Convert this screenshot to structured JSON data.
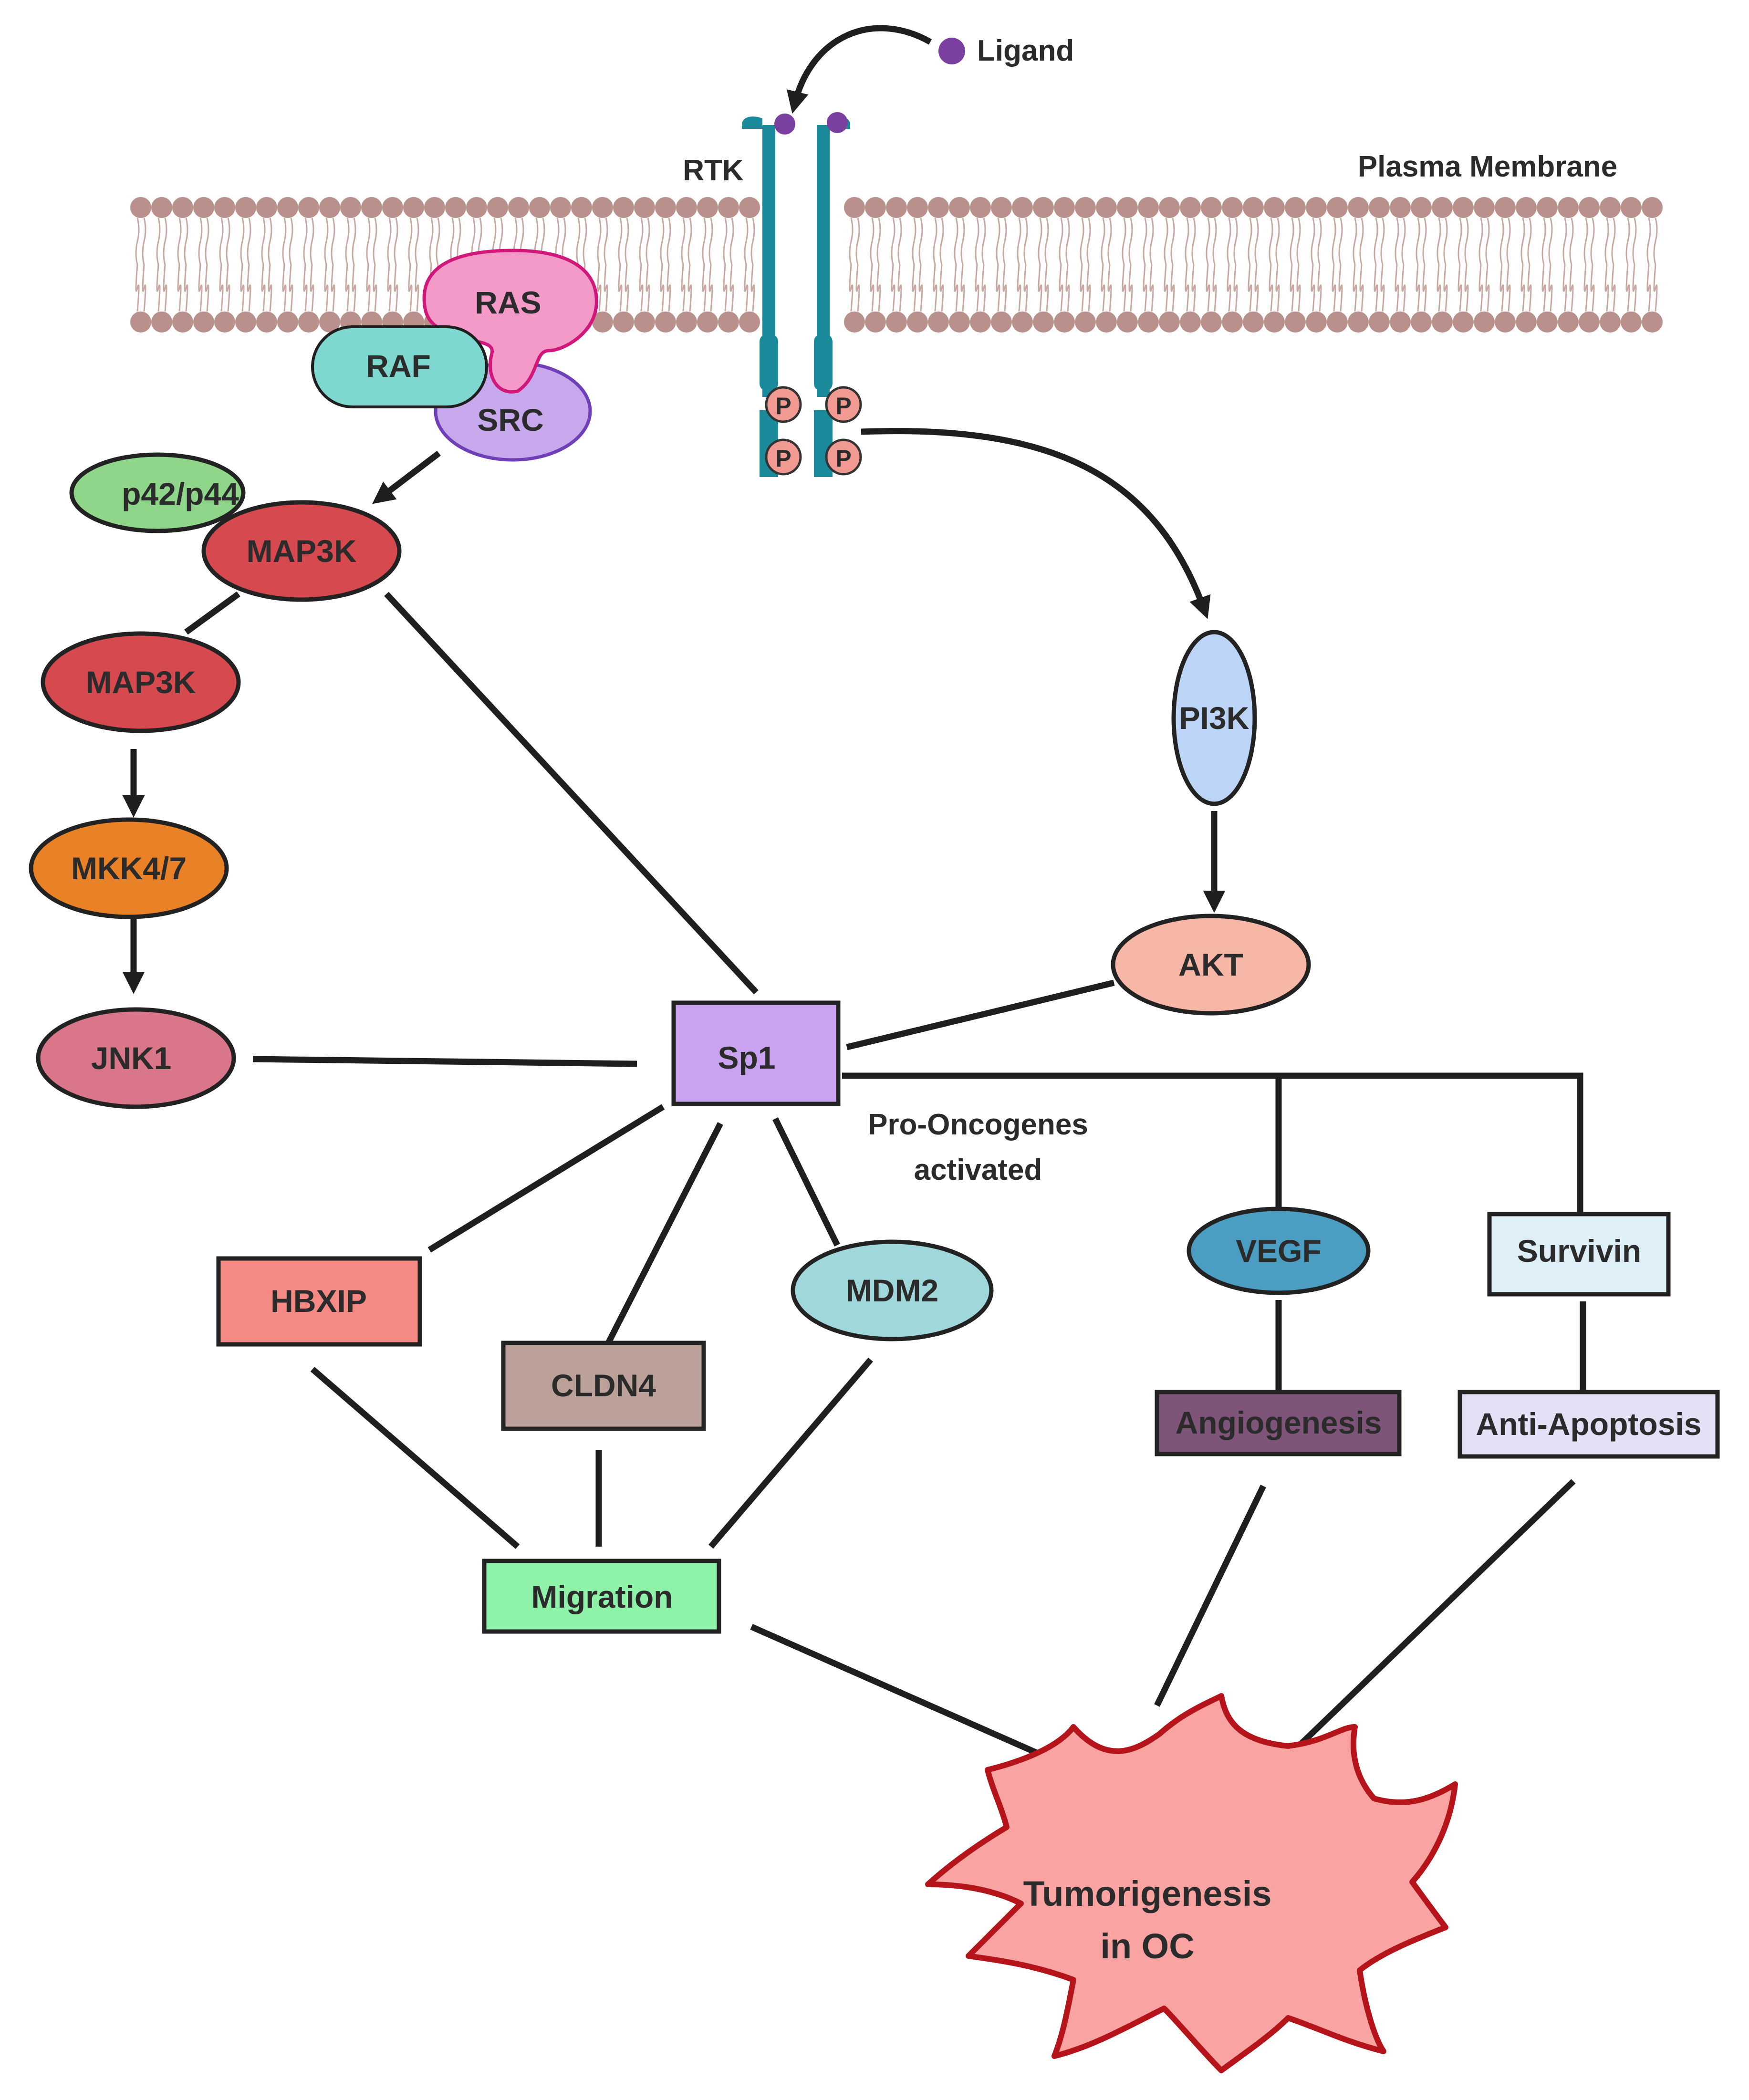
{
  "labels": {
    "ligand": "Ligand",
    "rtk": "RTK",
    "plasma_membrane": "Plasma Membrane",
    "ras": "RAS",
    "raf": "RAF",
    "src": "SRC",
    "p42_p44": "p42/p44",
    "map3k_a": "MAP3K",
    "map3k_b": "MAP3K",
    "mkk47": "MKK4/7",
    "jnk1": "JNK1",
    "pi3k": "PI3K",
    "akt": "AKT",
    "sp1": "Sp1",
    "pro_oncogenes_1": "Pro-Oncogenes",
    "pro_oncogenes_2": "activated",
    "vegf": "VEGF",
    "survivin": "Survivin",
    "hbxip": "HBXIP",
    "cldn4": "CLDN4",
    "mdm2": "MDM2",
    "angiogenesis": "Angiogenesis",
    "anti_apoptosis": "Anti-Apoptosis",
    "migration": "Migration",
    "tumor_1": "Tumorigenesis",
    "tumor_2": "in OC",
    "phospho": "P"
  },
  "colors": {
    "membrane_head": "#b9908c",
    "membrane_tail": "#c9a7a3",
    "rtk": "#1b8a9a",
    "ligand": "#7b3fa0",
    "ras": "#f39ac9",
    "raf": "#7fd8cf",
    "src": "#c7a8ec",
    "p42_p44": "#8fd58a",
    "map3k": "#d64a4f",
    "mkk47": "#e98126",
    "jnk1": "#d9768a",
    "pi3k": "#bcd5f6",
    "akt": "#f7b7a6",
    "sp1": "#c9a3ef",
    "vegf": "#4b9dc1",
    "survivin": "#deeff7",
    "hbxip": "#f58a85",
    "cldn4": "#bca19a",
    "mdm2": "#9fd7db",
    "angiogenesis": "#7e5578",
    "anti_apoptosis": "#e2e1f5",
    "migration": "#8ef2a8",
    "tumor_fill": "#f9a3a3",
    "tumor_stroke": "#b5141b",
    "phospho": "#f09a92"
  }
}
